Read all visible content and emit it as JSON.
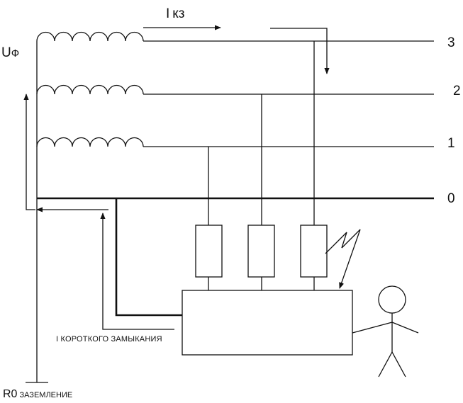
{
  "labels": {
    "phase_voltage_main": "U",
    "phase_voltage_sub": "Ф",
    "short_circuit_current_main": "I",
    "short_circuit_current_sub": "кз",
    "line_3": "3",
    "line_2": "2",
    "line_1": "1",
    "line_0": "0",
    "short_circuit_current_full": "I КОРОТКОГО ЗАМЫКАНИЯ",
    "grounding_resistance_main": "R0",
    "grounding_resistance_sub": "ЗАЗЕМЛЕНИЕ"
  },
  "colors": {
    "line": "#111111",
    "background": "#ffffff"
  }
}
